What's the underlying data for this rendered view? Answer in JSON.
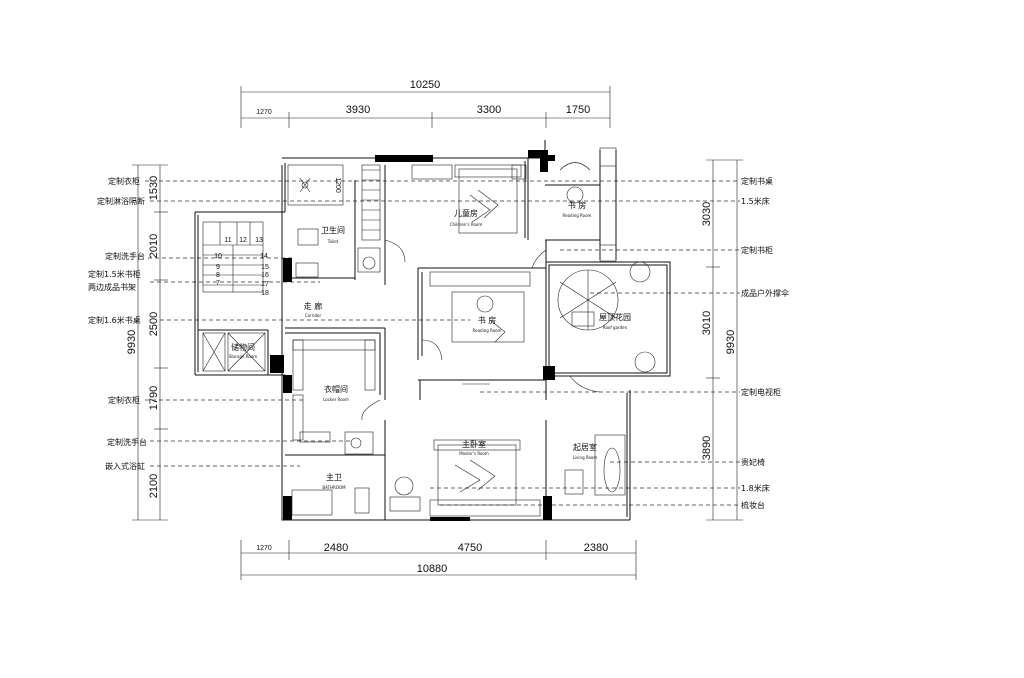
{
  "dimensions": {
    "top_total": "10250",
    "top_segments": [
      "1270",
      "3930",
      "3300",
      "1750"
    ],
    "bottom_total": "10880",
    "bottom_segments": [
      "1270",
      "2480",
      "4750",
      "2380"
    ],
    "left_total": "9930",
    "left_segments": [
      "1530",
      "2010",
      "2500",
      "1790",
      "2100"
    ],
    "right_total": "9930",
    "right_segments": [
      "3030",
      "3010",
      "3890"
    ],
    "toilet_inner": "1200"
  },
  "rooms": {
    "children": {
      "cn": "儿童房",
      "en": "Children's Room"
    },
    "study_top": {
      "cn": "书 房",
      "en": "Reading Room"
    },
    "toilet": {
      "cn": "卫生间",
      "en": "Toilet"
    },
    "corridor": {
      "cn": "走 廊",
      "en": "Corridor"
    },
    "study_mid": {
      "cn": "书 房",
      "en": "Reading Room"
    },
    "roof_garden": {
      "cn": "屋顶花园",
      "en": "Roof garden"
    },
    "storage": {
      "cn": "储物间",
      "en": "Storage Room"
    },
    "locker": {
      "cn": "衣帽间",
      "en": "Locker Room"
    },
    "master": {
      "cn": "主卧室",
      "en": "Master's Room"
    },
    "living": {
      "cn": "起居室",
      "en": "Living Room"
    },
    "bathroom": {
      "cn": "主卫",
      "en": "BATHROOM"
    }
  },
  "stairs": [
    "11",
    "12",
    "13",
    "10",
    "14",
    "9",
    "15",
    "8",
    "16",
    "7",
    "17",
    "18"
  ],
  "notes_left": [
    "定制衣柜",
    "定制淋浴隔断",
    "定制洗手台",
    "定制1.5米书柜",
    "两边成品书架",
    "定制1.6米书桌",
    "定制衣柜",
    "定制洗手台",
    "嵌入式浴缸"
  ],
  "notes_right": [
    "定制书桌",
    "1.5米床",
    "定制书柜",
    "成品户外撑伞",
    "定制电视柜",
    "贵妃椅",
    "1.8米床",
    "梳妆台"
  ]
}
